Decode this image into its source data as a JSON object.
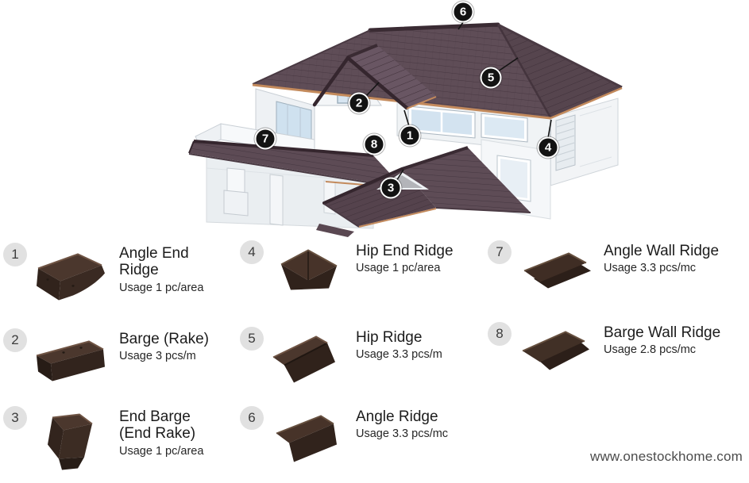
{
  "house": {
    "markers": [
      {
        "number": "1"
      },
      {
        "number": "2"
      },
      {
        "number": "3"
      },
      {
        "number": "4"
      },
      {
        "number": "5"
      },
      {
        "number": "6"
      },
      {
        "number": "7"
      },
      {
        "number": "8"
      }
    ]
  },
  "legend": {
    "items": [
      {
        "number": "1",
        "title": "Angle End Ridge",
        "usage": "Usage 1 pc/area"
      },
      {
        "number": "2",
        "title": "Barge (Rake)",
        "usage": "Usage 3 pcs/m"
      },
      {
        "number": "3",
        "title": "End Barge (End Rake)",
        "usage": "Usage 1 pc/area"
      },
      {
        "number": "4",
        "title": "Hip End Ridge",
        "usage": "Usage 1 pc/area"
      },
      {
        "number": "5",
        "title": "Hip Ridge",
        "usage": "Usage 3.3 pcs/m"
      },
      {
        "number": "6",
        "title": "Angle Ridge",
        "usage": "Usage 3.3 pcs/mc"
      },
      {
        "number": "7",
        "title": "Angle Wall Ridge",
        "usage": "Usage 3.3 pcs/mc"
      },
      {
        "number": "8",
        "title": "Barge Wall Ridge",
        "usage": "Usage 2.8 pcs/mc"
      }
    ]
  },
  "footer": {
    "website": "www.onestockhome.com"
  },
  "colors": {
    "roof": "#5f4d57",
    "roof_edge": "#35262e",
    "fascia_trim": "#c38a5c",
    "product_brown": "#3a2a22",
    "marker_bg": "#131313",
    "legend_circle": "#e1e1e1",
    "wall": "#f2f4f6",
    "glass": "#d3e3f0"
  }
}
